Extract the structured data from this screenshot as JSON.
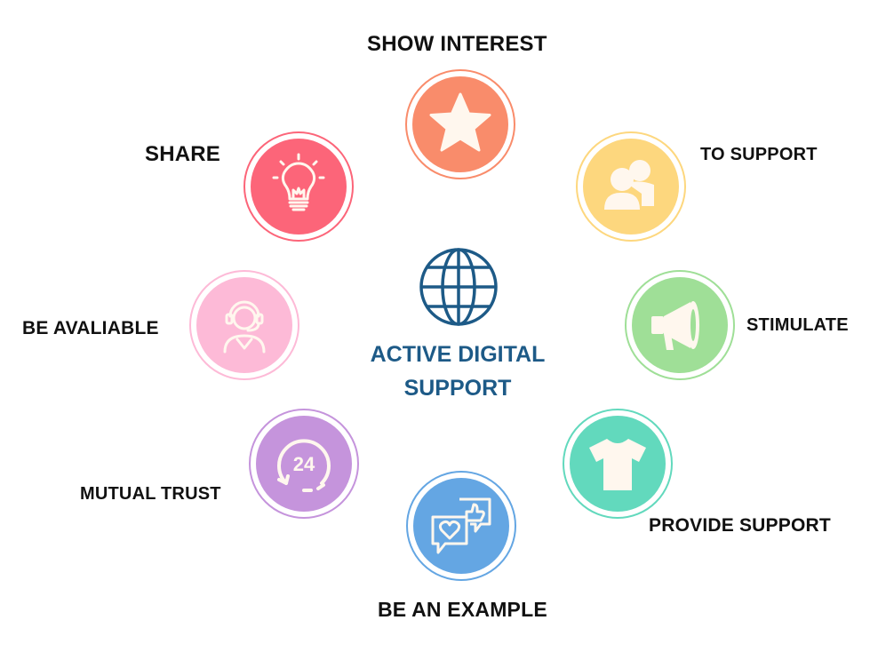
{
  "center": {
    "line1": "ACTIVE DIGITAL",
    "line2": "SUPPORT",
    "icon": "globe-icon",
    "color": "#1d5a87"
  },
  "items": [
    {
      "key": "show_interest",
      "label": "SHOW INTEREST",
      "icon": "star-icon",
      "color": "#f98c6b"
    },
    {
      "key": "to_support",
      "label": "TO SUPPORT",
      "icon": "people-icon",
      "color": "#fdd77e"
    },
    {
      "key": "stimulate",
      "label": "STIMULATE",
      "icon": "megaphone-icon",
      "color": "#9fdf97"
    },
    {
      "key": "provide_support",
      "label": "PROVIDE SUPPORT",
      "icon": "tshirt-icon",
      "color": "#62d9bd"
    },
    {
      "key": "be_an_example",
      "label": "BE AN EXAMPLE",
      "icon": "chat-heart-icon",
      "color": "#64a6e3"
    },
    {
      "key": "mutual_trust",
      "label": "MUTUAL TRUST",
      "icon": "24-hours-icon",
      "color": "#c594dc"
    },
    {
      "key": "be_avaliable",
      "label": "BE AVALIABLE",
      "icon": "headset-agent-icon",
      "color": "#fdbad7"
    },
    {
      "key": "share",
      "label": "SHARE",
      "icon": "lightbulb-icon",
      "color": "#fc6579"
    }
  ]
}
